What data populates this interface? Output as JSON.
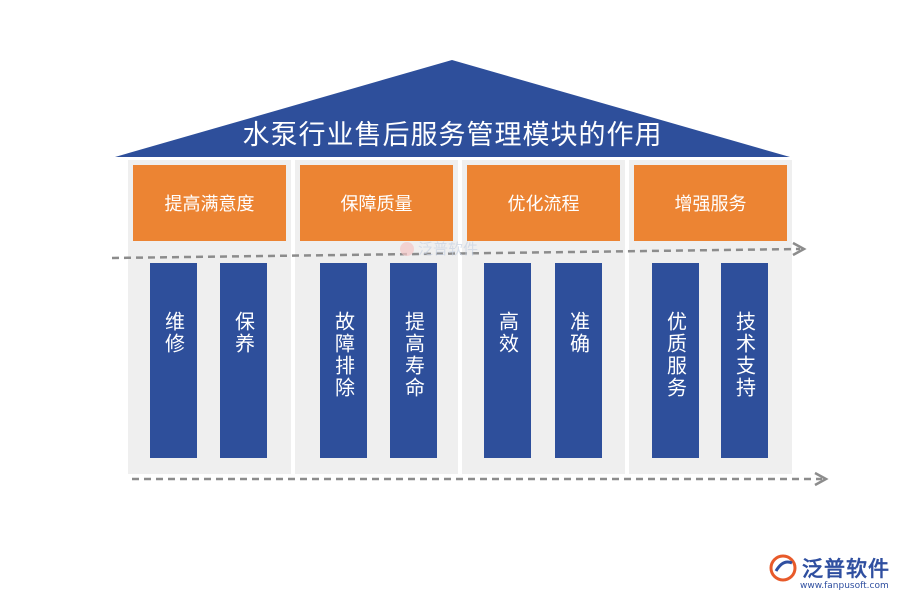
{
  "title": "水泵行业售后服务管理模块的作用",
  "columns": [
    {
      "header": "提高满意度",
      "pillars": [
        "维修",
        "保养"
      ]
    },
    {
      "header": "保障质量",
      "pillars": [
        "故障排除",
        "提高寿命"
      ]
    },
    {
      "header": "优化流程",
      "pillars": [
        "高效",
        "准确"
      ]
    },
    {
      "header": "增强服务",
      "pillars": [
        "优质服务",
        "技术支持"
      ]
    }
  ],
  "watermark": "泛普软件",
  "logo": {
    "name": "泛普软件",
    "url": "www.fanpusoft.com"
  },
  "colors": {
    "roof": "#2e4f9b",
    "header": "#ec8433",
    "pillar": "#2e4f9b",
    "panel": "#efefef"
  }
}
